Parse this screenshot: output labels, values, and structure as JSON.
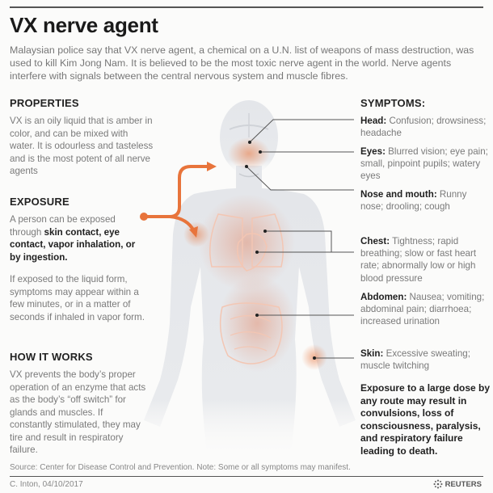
{
  "header": {
    "title": "VX nerve agent",
    "intro": "Malaysian police say that VX nerve agent, a chemical on a U.N. list of weapons of mass destruction, was used to kill Kim Jong Nam. It is believed to be the most toxic nerve agent in the world. Nerve agents interfere with signals between the central nervous system and muscle fibres."
  },
  "properties": {
    "heading": "PROPERTIES",
    "text": "VX is an oily liquid that is amber in color, and can be mixed with water. It is odourless and tasteless and is the most potent of all nerve agents"
  },
  "exposure": {
    "heading": "EXPOSURE",
    "text_lead": "A person can be exposed through ",
    "text_bold": "skin contact, eye contact, vapor inhalation, or by ingestion.",
    "text2": "If exposed to the liquid form, symptoms may appear within a few minutes, or in a matter of seconds if inhaled in vapor form."
  },
  "how_it_works": {
    "heading": "HOW IT WORKS",
    "text": "VX prevents the body’s proper operation of an enzyme that acts as the body’s “off switch” for glands and muscles. If constantly stimulated, they may tire and result in respiratory failure."
  },
  "symptoms": {
    "heading": "SYMPTOMS:",
    "items": [
      {
        "label": "Head:",
        "text": " Confusion; drowsiness; headache"
      },
      {
        "label": "Eyes:",
        "text": " Blurred vision; eye pain; small, pinpoint pupils;  watery eyes"
      },
      {
        "label": "Nose and mouth:",
        "text": " Runny nose; drooling; cough"
      },
      {
        "label": "Chest:",
        "text": " Tightness; rapid breathing; slow or fast heart rate; abnormally low or high blood pressure"
      },
      {
        "label": "Abdomen:",
        "text": " Nausea; vomiting; abdominal pain; diarrhoea; increased urination"
      },
      {
        "label": "Skin:",
        "text": " Excessive sweating; muscle twitching"
      }
    ],
    "warning": "Exposure to a large dose by any route may result in convulsions, loss of consciousness, paralysis, and respiratory failure leading to death."
  },
  "footer": {
    "source": "Source: Center for Disease Control and Prevention.  Note: Some or all symptoms may manifest.",
    "credit": "C. Inton, 04/10/2017",
    "brand": "REUTERS"
  },
  "colors": {
    "accent_orange": "#e8743b",
    "body_silhouette": "#e6e8ec",
    "leader_line": "#555555"
  }
}
